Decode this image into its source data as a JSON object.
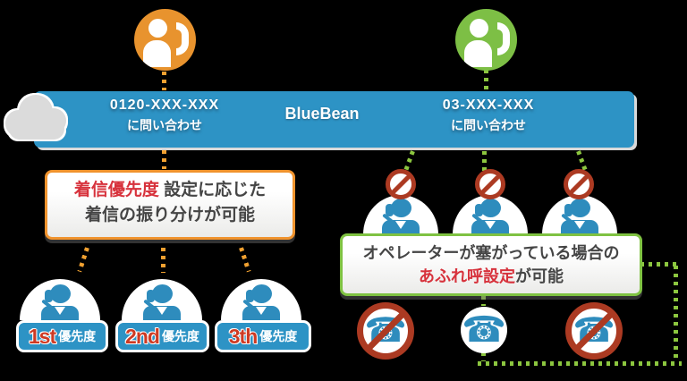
{
  "page": {
    "background": "#000000"
  },
  "brand": {
    "name": "BlueBean"
  },
  "pbx_bar": {
    "left_inquiry": {
      "number": "0120-XXX-XXX",
      "caption": "に問い合わせ"
    },
    "right_inquiry": {
      "number": "03-XXX-XXX",
      "caption": "に問い合わせ"
    }
  },
  "left_flow": {
    "note": {
      "highlight": "着信優先度",
      "line1_rest": "設定に応じた",
      "line2": "着信の振り分けが可能"
    },
    "priorities": [
      {
        "rank": "1st",
        "label": "優先度"
      },
      {
        "rank": "2nd",
        "label": "優先度"
      },
      {
        "rank": "3th",
        "label": "優先度"
      }
    ]
  },
  "right_flow": {
    "note": {
      "line1": "オペレーターが塞がっている場合の",
      "highlight": "あふれ呼設定",
      "line2_rest": "が可能"
    },
    "operators": [
      {
        "status": "busy"
      },
      {
        "status": "busy"
      },
      {
        "status": "busy"
      }
    ],
    "phones": [
      {
        "state": "blocked"
      },
      {
        "state": "available"
      },
      {
        "state": "blocked"
      }
    ]
  },
  "glyphs": {
    "telephone": "☎"
  },
  "colors": {
    "bar_blue": "#2D93C5",
    "operator_blue": "#2E8CBD",
    "caller_orange": "#E8932E",
    "caller_green": "#7DBF45",
    "accent_orange": "#F0932D",
    "accent_green": "#7FC242",
    "dotted_orange": "#F0A030",
    "dotted_green": "#8CC63F",
    "prohibition_red": "#AC3A22",
    "highlight_red": "#D7323C",
    "rank_red": "#CE3A23",
    "text_gray": "#454545",
    "cloud_gray": "#DBDBDB"
  }
}
